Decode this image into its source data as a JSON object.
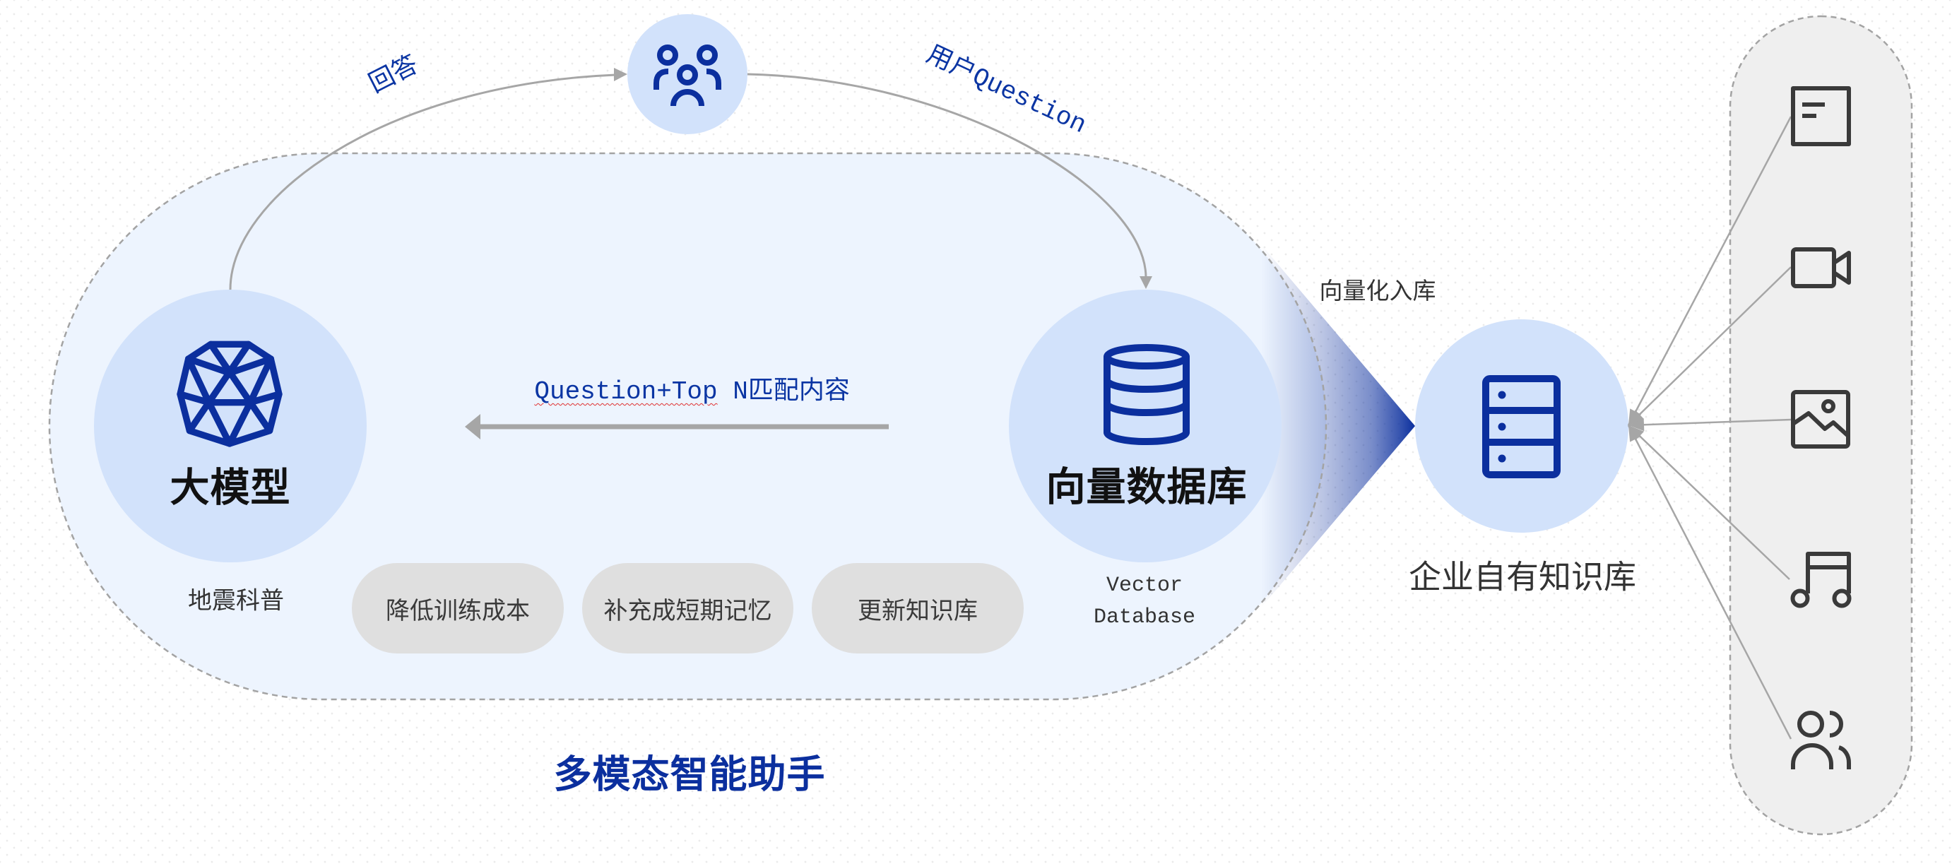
{
  "diagram_title": "多模态智能助手",
  "nodes": {
    "llm": {
      "label": "大模型",
      "caption": "地震科普",
      "icon": "polyhedron-model-icon"
    },
    "vector_db": {
      "label": "向量数据库",
      "caption_lines": [
        "Vector",
        "Database"
      ],
      "icon": "database-icon"
    },
    "user": {
      "icon": "user-group-icon"
    },
    "enterprise_kb": {
      "label": "企业自有知识库",
      "icon": "server-icon"
    }
  },
  "edges": {
    "answer": {
      "label": "回答"
    },
    "user_question": {
      "label": "用户Question"
    },
    "retrieval": {
      "label_underlined": "Question+Top",
      "label_rest": " N匹配内容"
    },
    "vectorize": {
      "label": "向量化入库"
    }
  },
  "benefits": [
    {
      "label": "降低训练成本"
    },
    {
      "label": "补充成短期记忆"
    },
    {
      "label": "更新知识库"
    }
  ],
  "knowledge_sources": [
    {
      "icon": "document-icon"
    },
    {
      "icon": "video-camera-icon"
    },
    {
      "icon": "image-icon"
    },
    {
      "icon": "music-note-icon"
    },
    {
      "icon": "users-icon"
    }
  ],
  "colors": {
    "accent": "#0B2F9E",
    "label_blue": "#0B35A3",
    "text_dark": "#333333",
    "node_label": "#111111",
    "container_fill": "#EDF4FE",
    "container_border": "#A3A3A3",
    "circle_fill": "#D2E2FB",
    "pill_fill": "#DFDFDF",
    "panel_fill": "#EFEFEF",
    "connector": "#A6A6A6",
    "source_icon": "#3A3A3A",
    "spellcheck_underline": "#E03030"
  }
}
